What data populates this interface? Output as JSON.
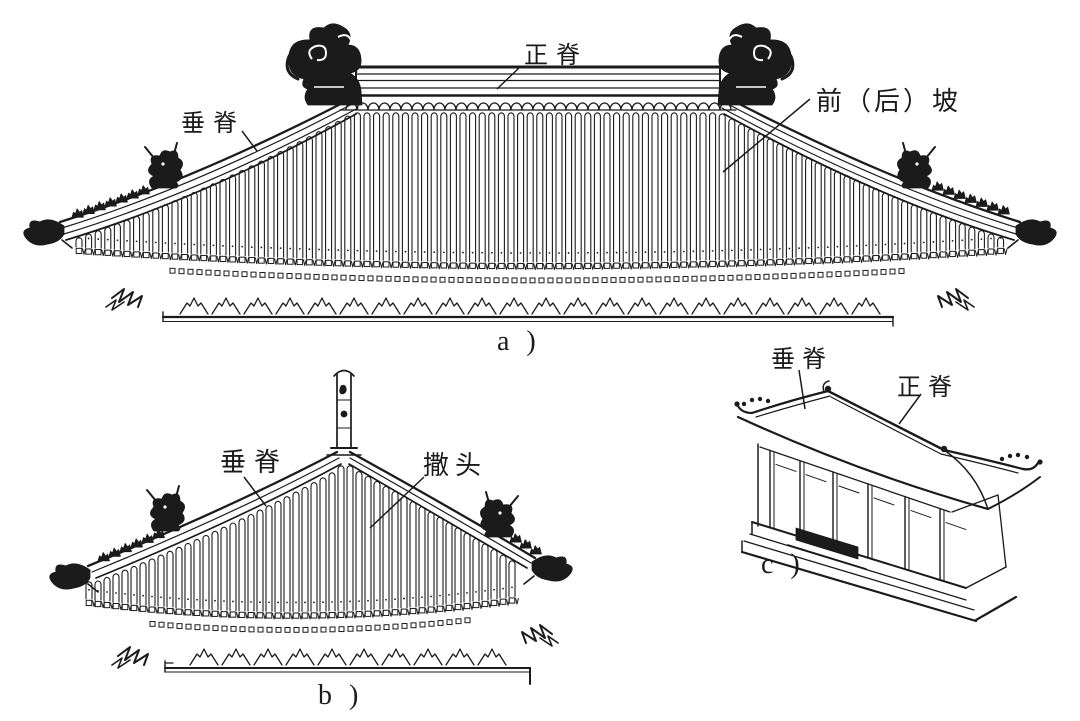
{
  "colors": {
    "ink": "#1b1b1b",
    "paper": "#ffffff"
  },
  "figures": {
    "a": {
      "caption": "a )",
      "labels": {
        "main_ridge": "正脊",
        "hip_ridge": "垂脊",
        "front_back_slope": "前（后）坡"
      }
    },
    "b": {
      "caption": "b )",
      "labels": {
        "hip_ridge": "垂脊",
        "side_slope": "撒头"
      }
    },
    "c": {
      "caption": "c )",
      "labels": {
        "hip_ridge": "垂脊",
        "main_ridge": "正脊"
      }
    }
  }
}
